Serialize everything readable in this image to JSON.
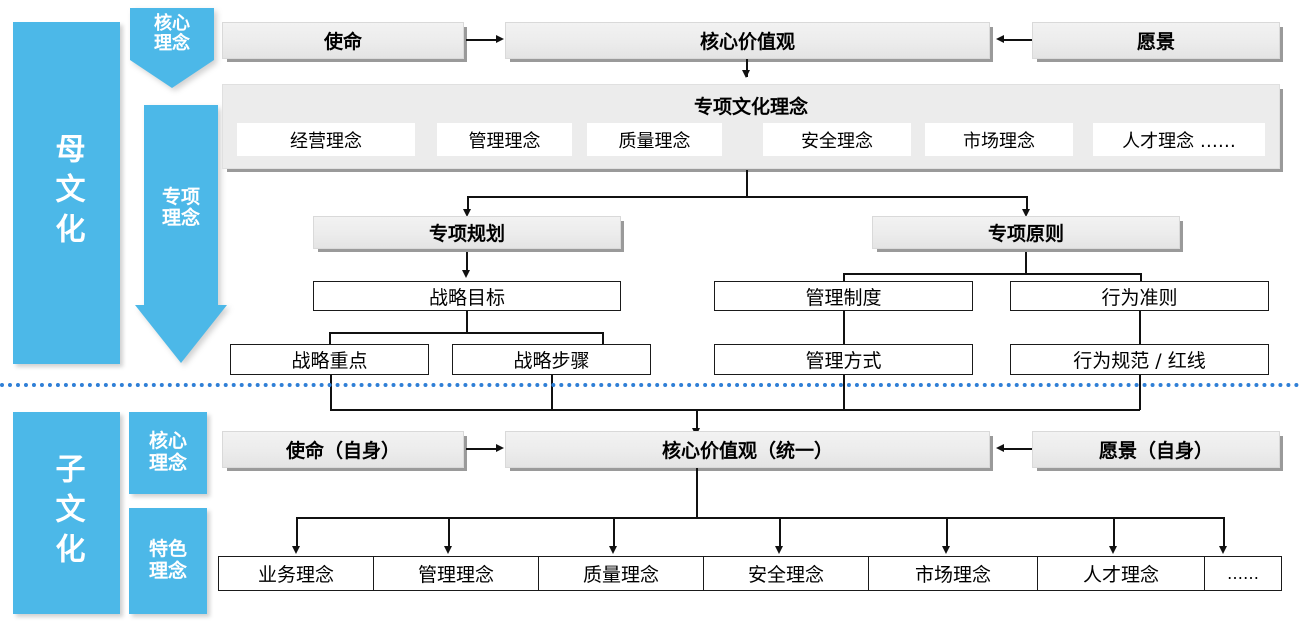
{
  "colors": {
    "blue": "#4cb8e8",
    "gray_box": "#ececec",
    "separator": "#2f7fd6",
    "line": "#111111"
  },
  "parent_culture": {
    "column_label": "母文化",
    "bands": [
      {
        "label_line1": "核心",
        "label_line2": "理念",
        "name": "core-concept"
      },
      {
        "label_line1": "专项",
        "label_line2": "理念",
        "name": "special-concept"
      }
    ],
    "top_row": [
      {
        "label": "使命",
        "name": "mission"
      },
      {
        "label": "核心价值观",
        "name": "core-values"
      },
      {
        "label": "愿景",
        "name": "vision"
      }
    ],
    "special_panel": {
      "title": "专项文化理念",
      "chips": [
        "经营理念",
        "管理理念",
        "质量理念",
        "安全理念",
        "市场理念",
        "人才理念  ……"
      ]
    },
    "branches": [
      {
        "header": "专项规划",
        "name": "special-plan"
      },
      {
        "header": "专项原则",
        "name": "special-principle"
      }
    ],
    "plan_level2": "战略目标",
    "plan_level3": [
      "战略重点",
      "战略步骤"
    ],
    "principle_level2": [
      "管理制度",
      "行为准则"
    ],
    "principle_level3": [
      "管理方式",
      "行为规范 / 红线"
    ]
  },
  "sub_culture": {
    "column_label": "子文化",
    "bands": [
      {
        "label_line1": "核心",
        "label_line2": "理念",
        "name": "core-concept"
      },
      {
        "label_line1": "特色",
        "label_line2": "理念",
        "name": "featured-concept"
      }
    ],
    "top_row": [
      {
        "label": "使命（自身）",
        "name": "mission-self"
      },
      {
        "label": "核心价值观（统一）",
        "name": "core-values-unified"
      },
      {
        "label": "愿景（自身）",
        "name": "vision-self"
      }
    ],
    "bottom_row": [
      "业务理念",
      "管理理念",
      "质量理念",
      "安全理念",
      "市场理念",
      "人才理念",
      "……"
    ]
  }
}
